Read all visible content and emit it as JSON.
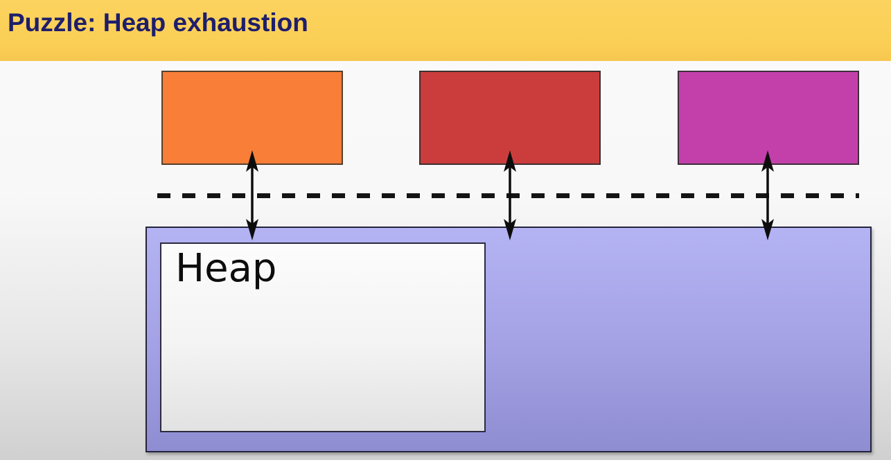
{
  "header": {
    "title": "Puzzle: Heap exhaustion",
    "bg_color": "#fbd05a",
    "text_color": "#1e1e6b"
  },
  "diagram": {
    "blocks": [
      {
        "name": "orange-block",
        "fill": "#f97e38"
      },
      {
        "name": "red-block",
        "fill": "#cb3d3d"
      },
      {
        "name": "magenta-block",
        "fill": "#c340ab"
      }
    ],
    "boundary": {
      "style": "dashed",
      "color": "#141414"
    },
    "arrows": {
      "type": "double-headed-vertical",
      "count": 3,
      "color": "#0d0d0d"
    },
    "heap_region": {
      "fill_top": "#b4b3f3",
      "fill_bottom": "#8f8dd1"
    },
    "heap_box": {
      "label": "Heap",
      "fill": "#f7f7f7"
    }
  }
}
